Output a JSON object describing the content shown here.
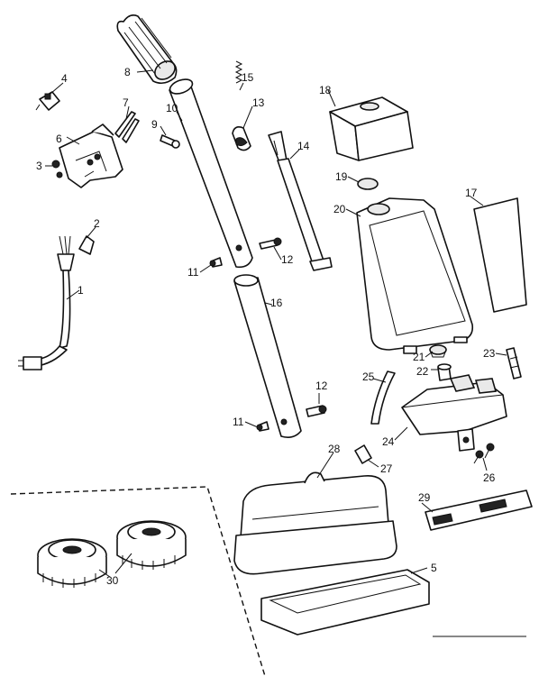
{
  "labels": {
    "p1": "1",
    "p2": "2",
    "p3": "3",
    "p4": "4",
    "p5": "5",
    "p6": "6",
    "p7": "7",
    "p8": "8",
    "p9": "9",
    "p10": "10",
    "p11a": "11",
    "p11b": "11",
    "p12a": "12",
    "p12b": "12",
    "p13": "13",
    "p14": "14",
    "p15": "15",
    "p16": "16",
    "p17": "17",
    "p18": "18",
    "p19": "19",
    "p20": "20",
    "p21": "21",
    "p22": "22",
    "p23": "23",
    "p24": "24",
    "p25": "25",
    "p26": "26",
    "p27": "27",
    "p28": "28",
    "p29": "29",
    "p30": "30"
  }
}
